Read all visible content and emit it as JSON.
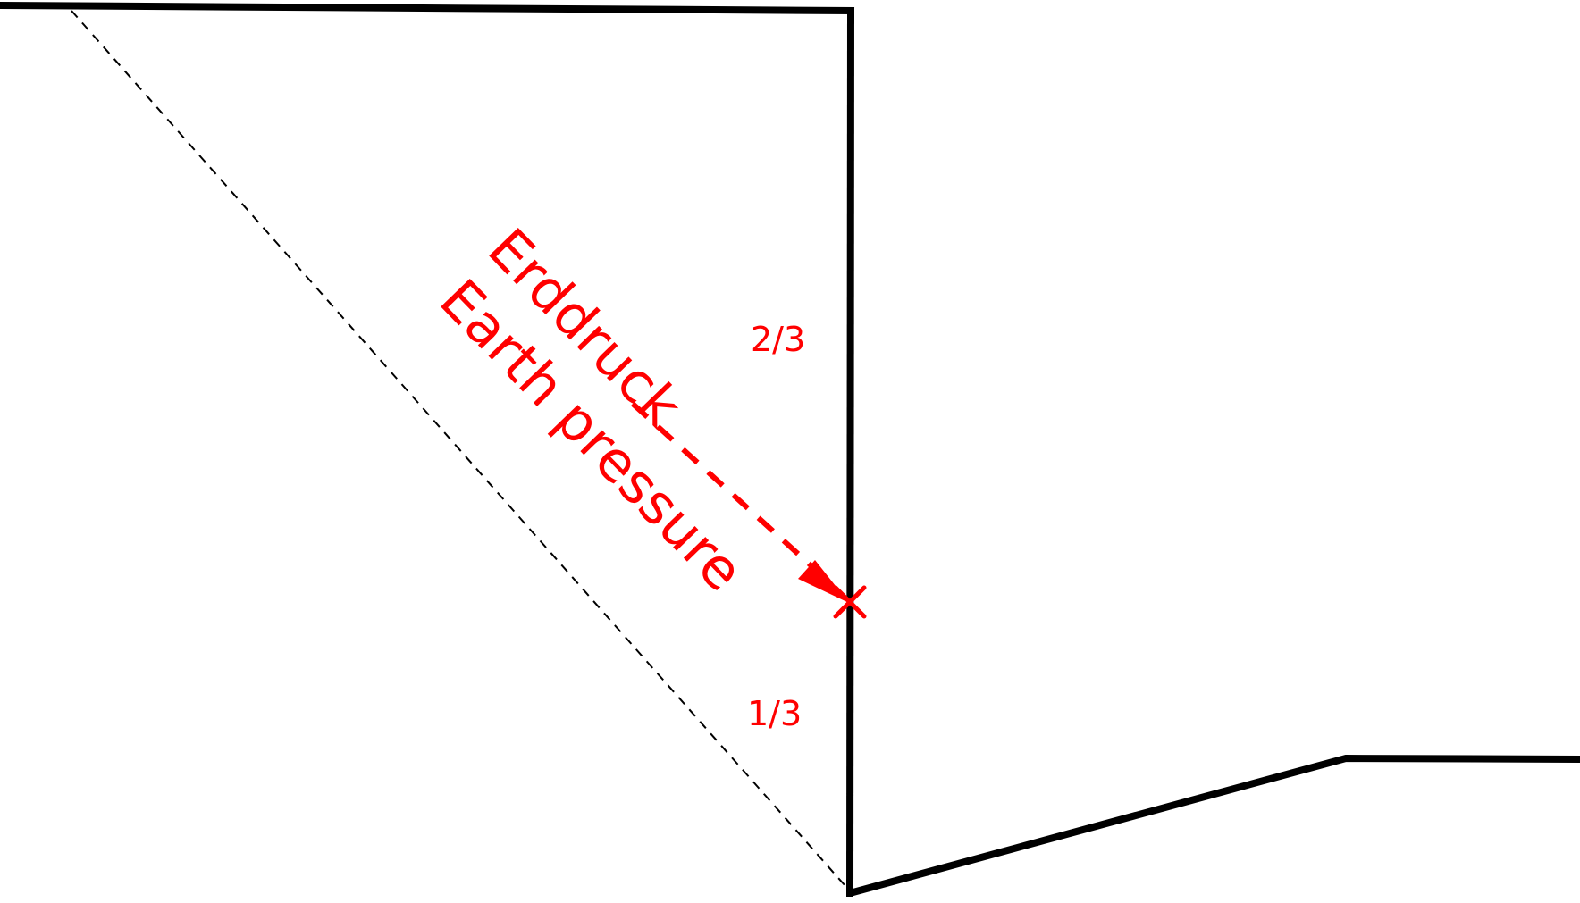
{
  "labels": {
    "german": "Erddruck",
    "english": "Earth pressure",
    "upper_fraction": "2/3",
    "lower_fraction": "1/3"
  },
  "colors": {
    "structure": "#000000",
    "annotation": "#ff0000",
    "background": "#ffffff"
  }
}
